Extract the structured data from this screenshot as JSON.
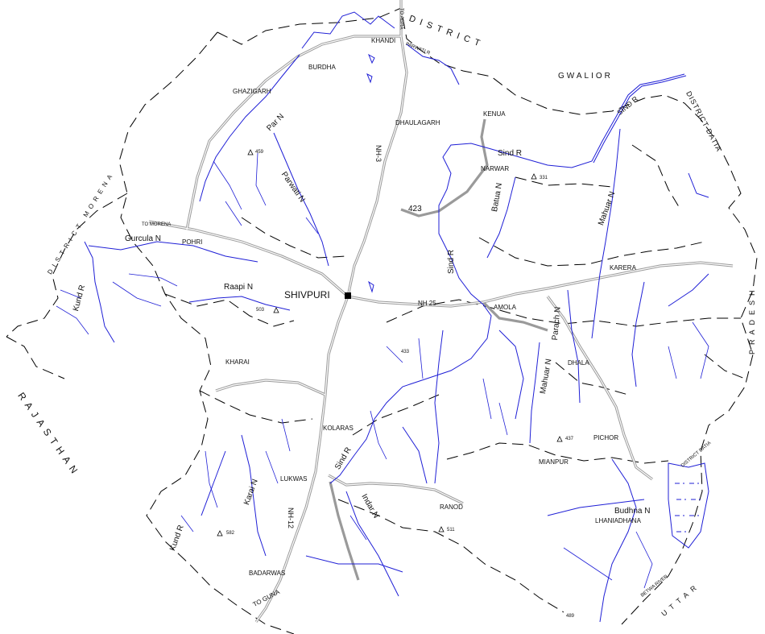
{
  "map": {
    "colors": {
      "river": "#1f1fd6",
      "road": "#9a9a9a",
      "boundary": "#000000"
    },
    "state_labels": {
      "rajasthan": "RAJASTHAN",
      "uttar": "UTTAR",
      "pradesh": "PRADESH"
    },
    "district_labels": {
      "district_top": "DISTRICT",
      "gwalior": "GWALIOR",
      "district_datia": "DISTRICT DATIA",
      "district_morena": "DISTRICT MORENA"
    },
    "towns": {
      "shivpuri": "SHIVPURI",
      "khandi": "KHANDI",
      "burdha": "BURDHA",
      "ghazigarh": "GHAZIGARH",
      "dhaulagarh": "DHAULAGARH",
      "kenua": "KENUA",
      "narwar": "NARWAR",
      "pohri": "POHRI",
      "karera": "KARERA",
      "amola": "AMOLA",
      "dhala": "DHALA",
      "kharai": "KHARAI",
      "kolaras": "KOLARAS",
      "pichor": "PICHOR",
      "mianpur": "MIANPUR",
      "lukwas": "LUKWAS",
      "ranod": "RANOD",
      "lhaniadhana": "LHANIADHANA",
      "badarwas": "BADARWAS"
    },
    "roads": {
      "nh3": "NH-3",
      "nh25": "NH 25",
      "nh12": "NH-12",
      "r423": "423",
      "to_agra": "TO AGRA",
      "to_morena": "TO MORENA",
      "to_guna": "TO GUNA"
    },
    "rivers": {
      "sind_east": "Sind R",
      "sind_ne": "SIND R",
      "sind_mid": "Sind R",
      "sind_south": "Sind R",
      "par": "Par N",
      "parwati": "Parwati N",
      "parwati_r": "PARWATI R",
      "gurcula": "Gurcula N",
      "kund_west": "Kund R",
      "raapi": "Raapi N",
      "batua": "Batua N",
      "mahuar_east": "Mahuar N",
      "mahuar_south": "Mahuar N",
      "parach": "Parach N",
      "karai": "Karai N",
      "indar": "Indar N",
      "kund_sw": "Kund R",
      "budhna": "Budhna N",
      "betwa": "BETWA RIVER",
      "district_datia_small": "DISTRICT DATIA"
    },
    "spot_heights": {
      "h459": "459",
      "h331": "331",
      "h503": "503",
      "h433": "433",
      "h437": "437",
      "h582": "582",
      "h511": "511",
      "h489": "489"
    }
  }
}
